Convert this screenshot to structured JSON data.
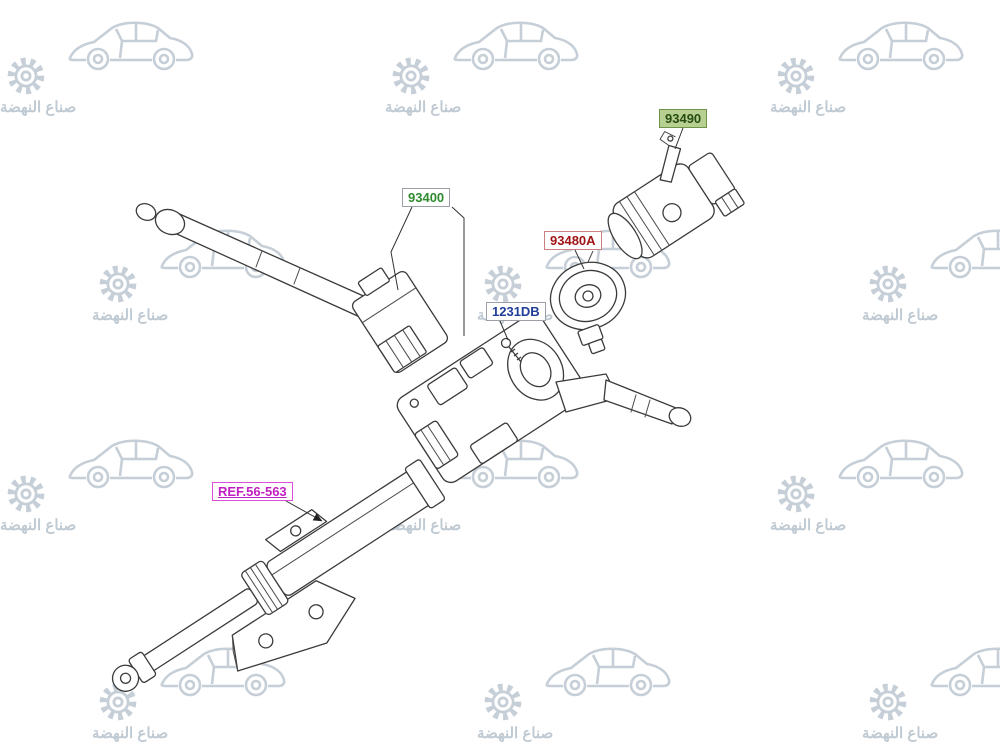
{
  "watermark": {
    "text": "صناع النهضة"
  },
  "labels": {
    "l93490": {
      "text": "93490",
      "color": "#274d12",
      "bg": "#b8cf92",
      "border": "#6d9447"
    },
    "l93400": {
      "text": "93400",
      "color": "#2e8b2e",
      "bg": "#ffffff",
      "border": "#9aa0a6"
    },
    "l93480A": {
      "text": "93480A",
      "color": "#a01515",
      "bg": "#ffffff",
      "border": "#cc8080"
    },
    "l1231DB": {
      "text": "1231DB",
      "color": "#1f3d99",
      "bg": "#ffffff",
      "border": "#9aa0a6"
    },
    "lref": {
      "text": "REF.56-563",
      "color": "#c21fc2",
      "bg": "#ffffff",
      "border": "#d94fd9"
    }
  },
  "colors": {
    "background": "#ffffff",
    "drawing_line": "#3b3b3b",
    "watermark": "#c6cfd7",
    "highlight_green": "#b8cf92"
  }
}
